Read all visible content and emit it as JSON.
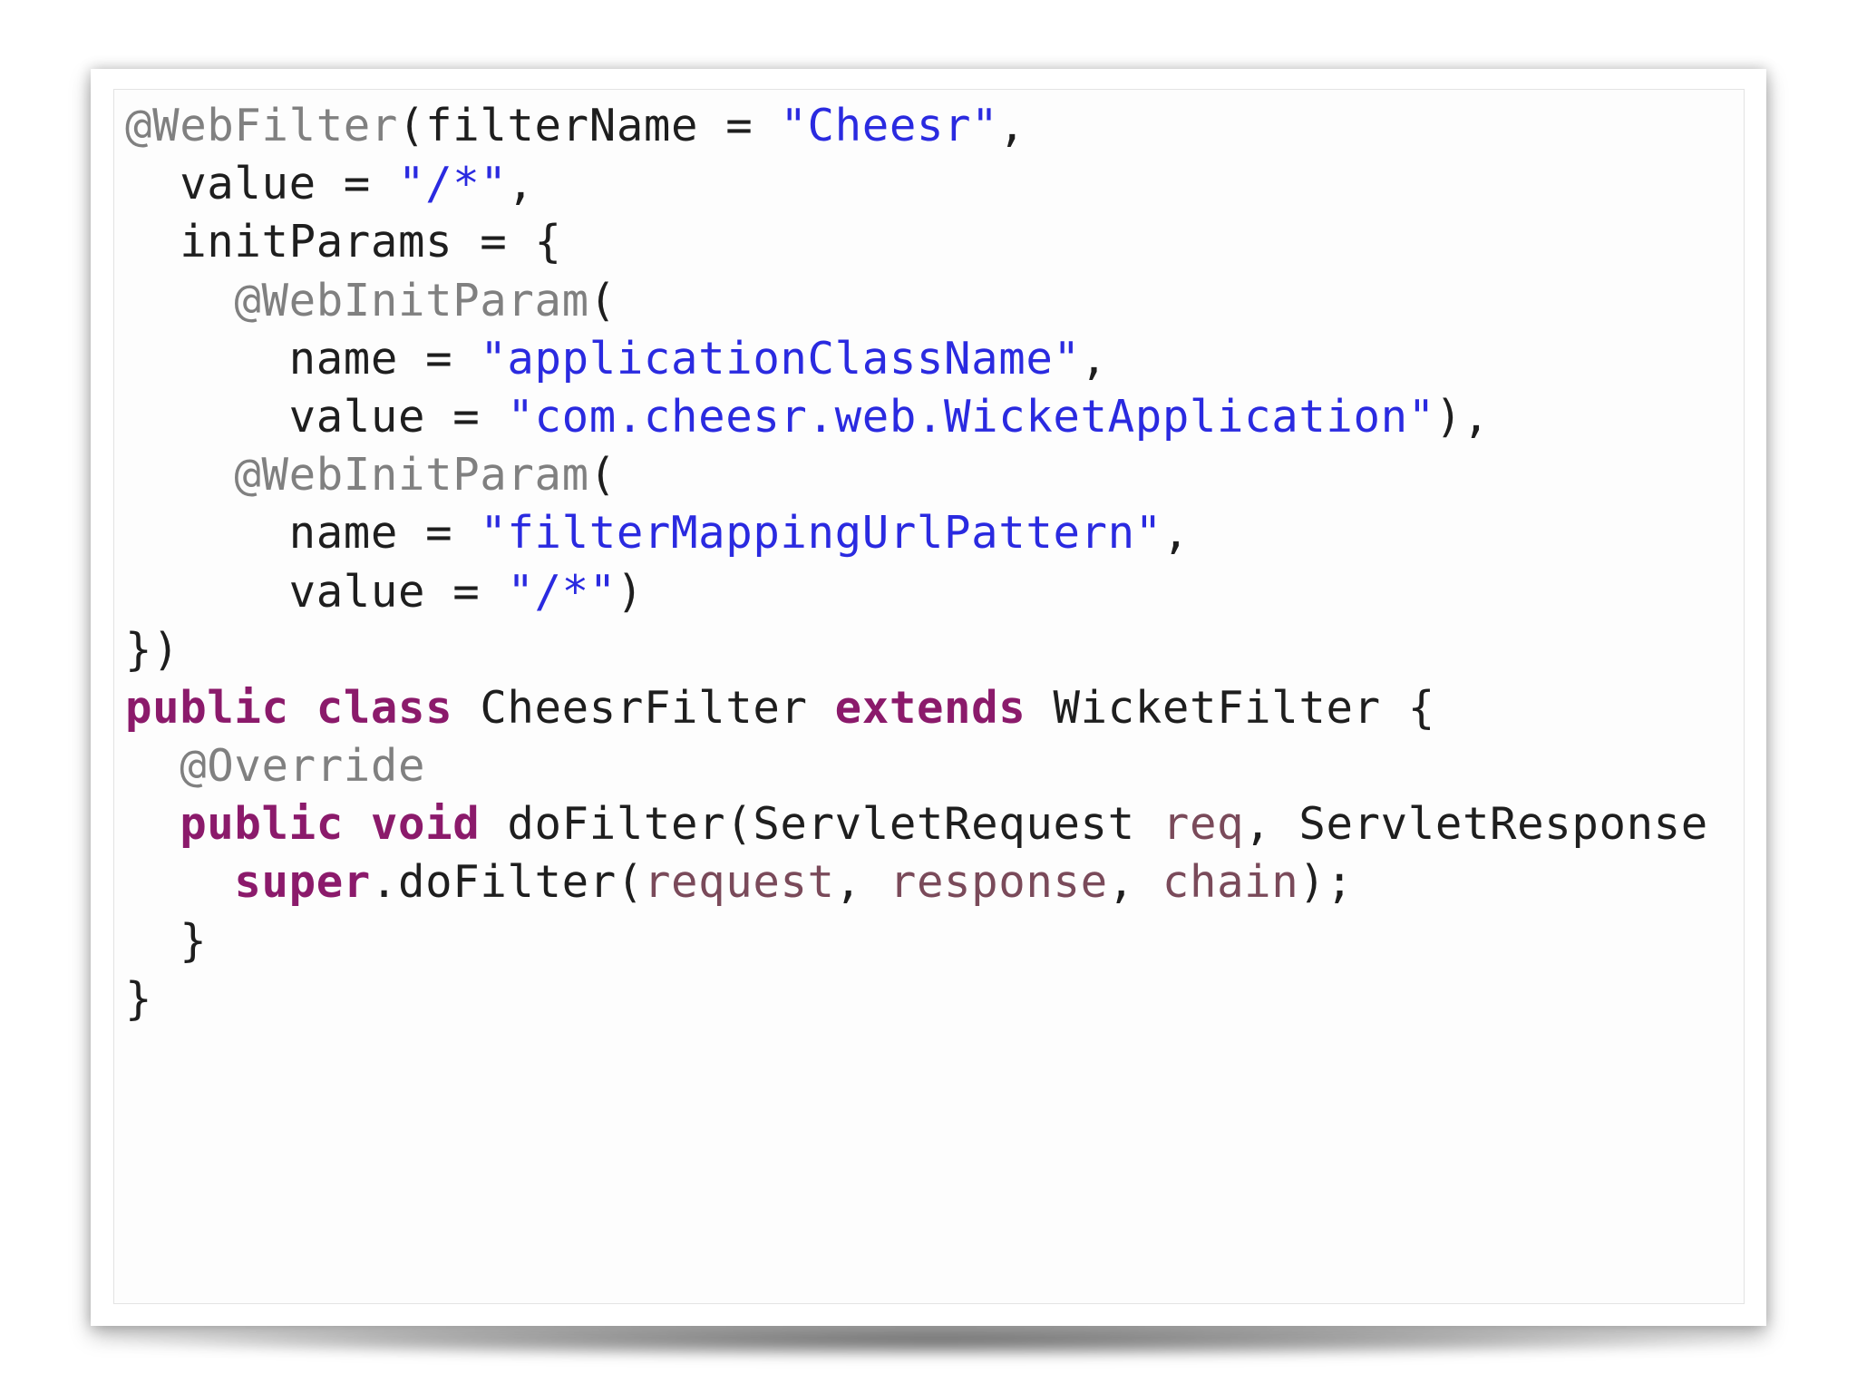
{
  "colors": {
    "background": "#ffffff",
    "panel": "#fdfdfd",
    "annotation": "#808080",
    "string": "#2a2ae0",
    "keyword": "#8b1a6b",
    "parameter": "#7a4a5a",
    "plain": "#1e1e1e"
  },
  "code": {
    "language": "Java",
    "lines": [
      {
        "indent": 0,
        "tokens": [
          {
            "type": "annotation",
            "text": "@WebFilter"
          },
          {
            "type": "plain",
            "text": "(filterName = "
          },
          {
            "type": "string",
            "text": "\"Cheesr\""
          },
          {
            "type": "plain",
            "text": ","
          }
        ]
      },
      {
        "indent": 2,
        "tokens": [
          {
            "type": "plain",
            "text": "value = "
          },
          {
            "type": "string",
            "text": "\"/*\""
          },
          {
            "type": "plain",
            "text": ","
          }
        ]
      },
      {
        "indent": 2,
        "tokens": [
          {
            "type": "plain",
            "text": "initParams = {"
          }
        ]
      },
      {
        "indent": 4,
        "tokens": [
          {
            "type": "annotation",
            "text": "@WebInitParam"
          },
          {
            "type": "plain",
            "text": "("
          }
        ]
      },
      {
        "indent": 6,
        "tokens": [
          {
            "type": "plain",
            "text": "name = "
          },
          {
            "type": "string",
            "text": "\"applicationClassName\""
          },
          {
            "type": "plain",
            "text": ","
          }
        ]
      },
      {
        "indent": 6,
        "tokens": [
          {
            "type": "plain",
            "text": "value = "
          },
          {
            "type": "string",
            "text": "\"com.cheesr.web.WicketApplication\""
          },
          {
            "type": "plain",
            "text": "),"
          }
        ]
      },
      {
        "indent": 4,
        "tokens": [
          {
            "type": "annotation",
            "text": "@WebInitParam"
          },
          {
            "type": "plain",
            "text": "("
          }
        ]
      },
      {
        "indent": 6,
        "tokens": [
          {
            "type": "plain",
            "text": "name = "
          },
          {
            "type": "string",
            "text": "\"filterMappingUrlPattern\""
          },
          {
            "type": "plain",
            "text": ","
          }
        ]
      },
      {
        "indent": 6,
        "tokens": [
          {
            "type": "plain",
            "text": "value = "
          },
          {
            "type": "string",
            "text": "\"/*\""
          },
          {
            "type": "plain",
            "text": ")"
          }
        ]
      },
      {
        "indent": 0,
        "tokens": [
          {
            "type": "plain",
            "text": "})"
          }
        ]
      },
      {
        "indent": 0,
        "tokens": [
          {
            "type": "keyword",
            "text": "public"
          },
          {
            "type": "plain",
            "text": " "
          },
          {
            "type": "keyword",
            "text": "class"
          },
          {
            "type": "plain",
            "text": " CheesrFilter "
          },
          {
            "type": "keyword",
            "text": "extends"
          },
          {
            "type": "plain",
            "text": " WicketFilter {"
          }
        ]
      },
      {
        "indent": 2,
        "tokens": [
          {
            "type": "annotation",
            "text": "@Override"
          }
        ]
      },
      {
        "indent": 2,
        "tokens": [
          {
            "type": "keyword",
            "text": "public"
          },
          {
            "type": "plain",
            "text": " "
          },
          {
            "type": "keyword",
            "text": "void"
          },
          {
            "type": "plain",
            "text": " doFilter(ServletRequest "
          },
          {
            "type": "param",
            "text": "req"
          },
          {
            "type": "plain",
            "text": ", ServletResponse"
          }
        ]
      },
      {
        "indent": 4,
        "tokens": [
          {
            "type": "keyword",
            "text": "super"
          },
          {
            "type": "plain",
            "text": ".doFilter("
          },
          {
            "type": "param",
            "text": "request"
          },
          {
            "type": "plain",
            "text": ", "
          },
          {
            "type": "param",
            "text": "response"
          },
          {
            "type": "plain",
            "text": ", "
          },
          {
            "type": "param",
            "text": "chain"
          },
          {
            "type": "plain",
            "text": ");"
          }
        ]
      },
      {
        "indent": 2,
        "tokens": [
          {
            "type": "plain",
            "text": "}"
          }
        ]
      },
      {
        "indent": 0,
        "tokens": [
          {
            "type": "plain",
            "text": "}"
          }
        ]
      }
    ]
  }
}
